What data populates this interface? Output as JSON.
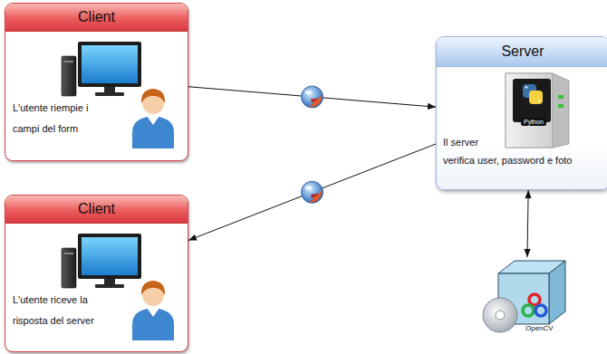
{
  "diagram": {
    "nodes": [
      {
        "text": [
          "Client",
          "L'utente riempie i campi del form"
        ]
      },
      {
        "text": [
          "Server",
          "Il server verifica user, password e foto"
        ]
      },
      {
        "text": [
          "Client",
          "L'utente riceve la risposta del server"
        ]
      },
      {
        "text": [
          "OpenCV"
        ]
      }
    ],
    "edges": [
      {
        "from": 0,
        "to": 1,
        "arrow": "to"
      },
      {
        "from": 1,
        "to": 2,
        "arrow": "to"
      },
      {
        "from": 1,
        "to": 3,
        "arrow": "both"
      }
    ],
    "labels": [
      "Python"
    ]
  }
}
